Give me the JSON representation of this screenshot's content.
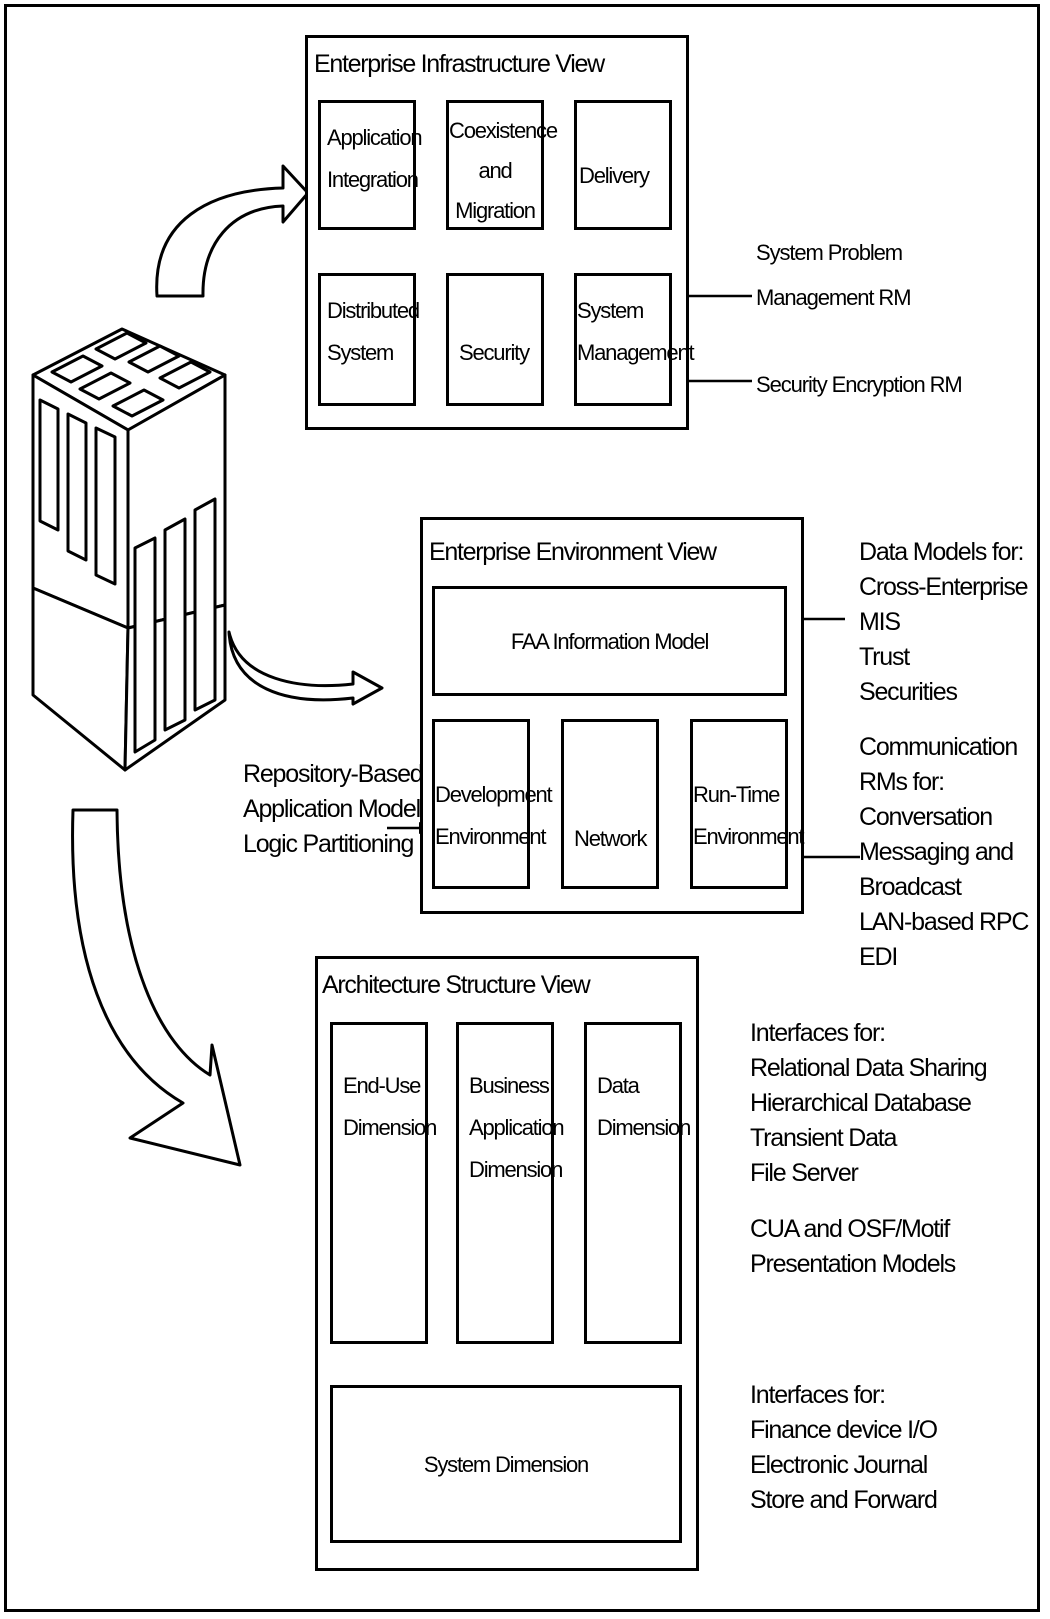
{
  "infrastructure_view": {
    "title": "Enterprise Infrastructure View",
    "boxes": {
      "application_integration": "Application\nIntegration",
      "coexistence_migration": "Coexistence\nand\nMigration",
      "delivery": "Delivery",
      "distributed_system": "Distributed\nSystem",
      "security": "Security",
      "system_management": "System\nManagement"
    },
    "annotations": {
      "system_problem_rm": "System Problem\nManagement RM",
      "security_encryption_rm": "Security Encryption RM"
    }
  },
  "environment_view": {
    "title": "Enterprise Environment View",
    "boxes": {
      "faa_information_model": "FAA Information Model",
      "development_environment": "Development\nEnvironment",
      "network": "Network",
      "run_time_environment": "Run-Time\nEnvironment"
    },
    "annotations": {
      "data_models": "Data Models for:\n  Cross-Enterprise\n  MIS\n  Trust\n  Securities",
      "communication_rms": "Communication\nRMs for:\n  Conversation\n  Messaging and\n  Broadcast\n  LAN-based RPC\n  EDI",
      "repository_model": "Repository-Based\nApplication Model\nLogic Partitioning"
    }
  },
  "architecture_view": {
    "title": "Architecture Structure View",
    "boxes": {
      "end_use_dimension": "End-Use\nDimension",
      "business_application_dimension": "Business\nApplication\nDimension",
      "data_dimension": "Data\nDimension",
      "system_dimension": "System Dimension"
    },
    "annotations": {
      "data_interfaces": "Interfaces for:\n  Relational Data Sharing\n  Hierarchical Database\n  Transient Data\n  File Server",
      "presentation_models": "CUA and OSF/Motif\nPresentation Models",
      "device_interfaces": "Interfaces for:\n  Finance device I/O\n  Electronic Journal\n  Store and Forward"
    }
  }
}
